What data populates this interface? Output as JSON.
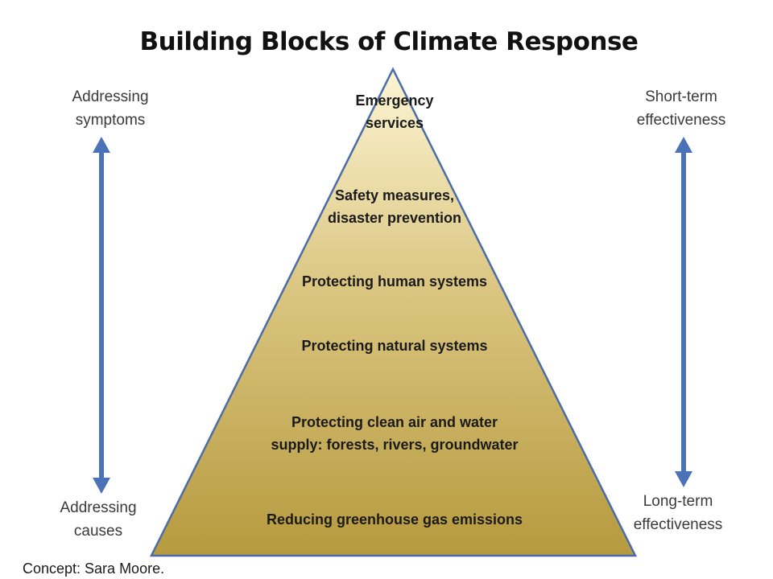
{
  "title": "Building Blocks of Climate Response",
  "left_axis": {
    "top_label": [
      "Addressing",
      "symptoms"
    ],
    "bottom_label": [
      "Addressing",
      "causes"
    ]
  },
  "right_axis": {
    "top_label": [
      "Short-term",
      "effectiveness"
    ],
    "bottom_label": [
      "Long-term",
      "effectiveness"
    ]
  },
  "pyramid_levels": [
    [
      "Emergency",
      "services"
    ],
    [
      "Safety measures,",
      "disaster prevention"
    ],
    [
      "Protecting human systems"
    ],
    [
      "Protecting natural systems"
    ],
    [
      "Protecting clean air and water",
      "supply: forests, rivers, groundwater"
    ],
    [
      "Reducing greenhouse gas emissions"
    ]
  ],
  "credit": "Concept: Sara Moore.",
  "colors": {
    "pyramid_fill_top": "#fdf5d4",
    "pyramid_fill_mid": "#dbc681",
    "pyramid_fill_bottom": "#b69a3e",
    "pyramid_outline": "#4a6da8",
    "arrow": "#4a72b4"
  }
}
